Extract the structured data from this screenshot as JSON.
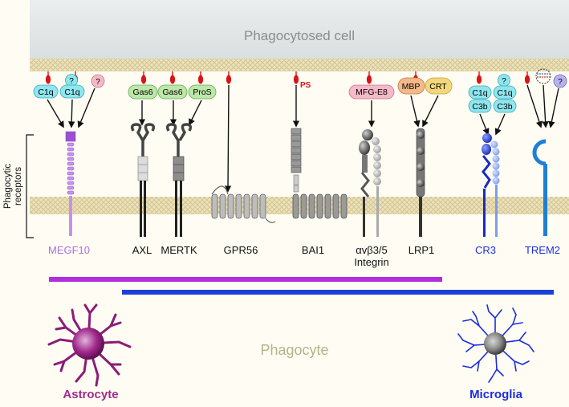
{
  "title": "Phagocytosed cell",
  "phagocyte_label": "Phagocyte",
  "side_label": [
    "Phagocytic",
    "receptors"
  ],
  "ligands": {
    "c1q": "C1q",
    "c3b": "C3b",
    "q": "?",
    "gas6": "Gas6",
    "pros": "ProS",
    "ps": "PS",
    "mfge8": "MFG-E8",
    "mbp": "MBP",
    "crt": "CRT"
  },
  "receptors": {
    "megf10": "MEGF10",
    "axl": "AXL",
    "mertk": "MERTK",
    "gpr56": "GPR56",
    "bai1": "BAI1",
    "integrin1": "αvβ3/5",
    "integrin2": "Integrin",
    "lrp1": "LRP1",
    "cr3": "CR3",
    "trem2": "TREM2"
  },
  "cells": {
    "astrocyte": "Astrocyte",
    "microglia": "Microglia"
  },
  "colors": {
    "astrocyte": "#a12a8c",
    "astrocyte_bar": "#b12ee0",
    "microglia": "#1b2de0",
    "microglia_bar": "#1d3fd8",
    "megf10": "#b06fe0",
    "membrane": "#e8dcae",
    "cell_top": "#e1e6e6",
    "ligand_cyan": "#8fe6ee",
    "ligand_green": "#bce7a9",
    "ligand_pink": "#f5b9c8",
    "ligand_orange": "#f3b98a",
    "ligand_yellow": "#f4d77a",
    "ps": "#e01010"
  }
}
